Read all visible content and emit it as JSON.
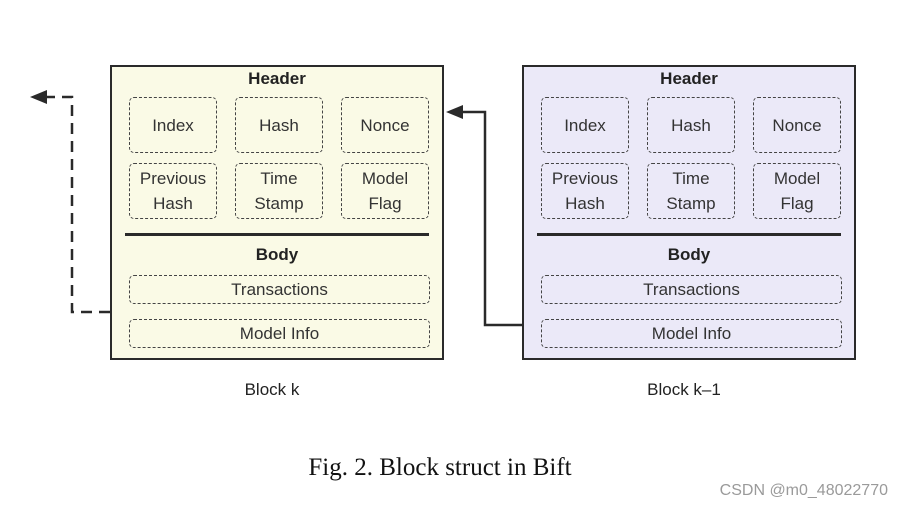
{
  "blocks": [
    {
      "label": "Block k",
      "header_title": "Header",
      "header_fields": [
        "Index",
        "Hash",
        "Nonce",
        "Previous\nHash",
        "Time\nStamp",
        "Model\nFlag"
      ],
      "body_title": "Body",
      "body_fields": [
        "Transactions",
        "Model Info"
      ],
      "fill_color": "#fafae6"
    },
    {
      "label": "Block k–1",
      "header_title": "Header",
      "header_fields": [
        "Index",
        "Hash",
        "Nonce",
        "Previous\nHash",
        "Time\nStamp",
        "Model\nFlag"
      ],
      "body_title": "Body",
      "body_fields": [
        "Transactions",
        "Model Info"
      ],
      "fill_color": "#ebe9f8"
    }
  ],
  "caption": "Fig. 2.  Block struct in Bift",
  "watermark": "CSDN @m0_48022770"
}
